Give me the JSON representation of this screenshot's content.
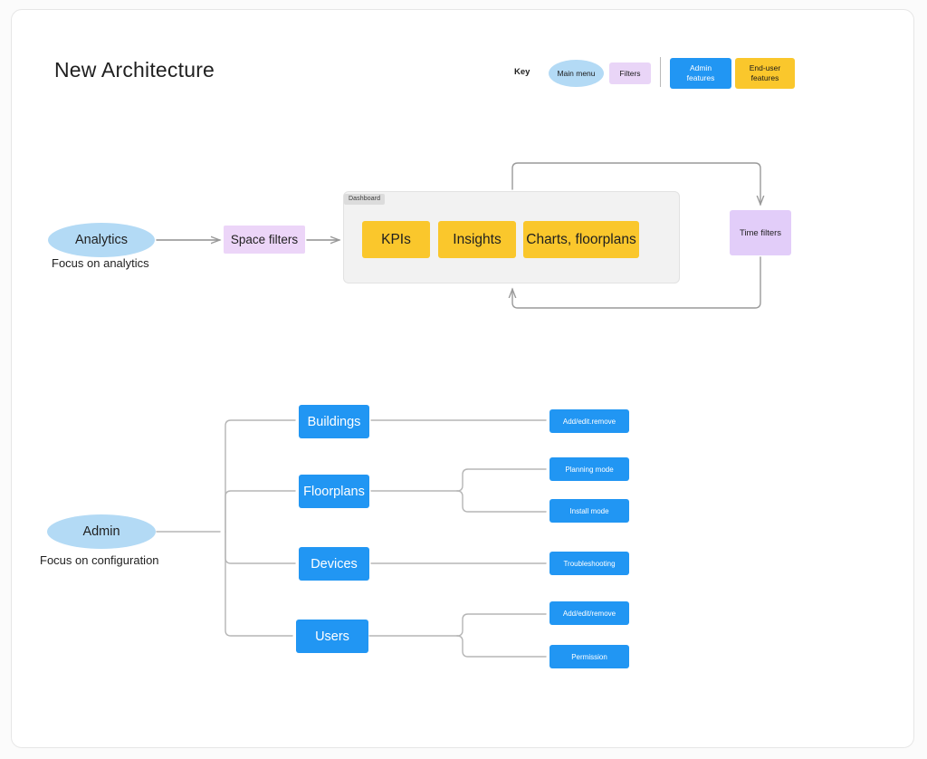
{
  "page": {
    "title": "New Architecture"
  },
  "legend": {
    "label": "Key",
    "items": [
      {
        "name": "main-menu",
        "label": "Main menu",
        "shape": "ellipse",
        "color": "#b3daf5"
      },
      {
        "name": "filters",
        "label": "Filters",
        "shape": "rect",
        "color": "#e9d5f7"
      },
      {
        "name": "admin-features",
        "label_line1": "Admin",
        "label_line2": "features",
        "shape": "rect",
        "color": "#2196f3"
      },
      {
        "name": "end-user-features",
        "label_line1": "End-user",
        "label_line2": "features",
        "shape": "rect",
        "color": "#fac72c"
      }
    ]
  },
  "analytics_flow": {
    "root": {
      "label": "Analytics",
      "caption": "Focus on analytics"
    },
    "space_filters": {
      "label": "Space filters"
    },
    "time_filters": {
      "label": "Time filters"
    },
    "dashboard_group": {
      "tag": "Dashboard",
      "items": [
        {
          "label": "KPIs"
        },
        {
          "label": "Insights"
        },
        {
          "label": "Charts, floorplans"
        }
      ]
    }
  },
  "admin_tree": {
    "root": {
      "label": "Admin",
      "caption": "Focus on configuration"
    },
    "branches": [
      {
        "label": "Buildings",
        "leaves": [
          {
            "label": "Add/edit.remove"
          }
        ]
      },
      {
        "label": "Floorplans",
        "leaves": [
          {
            "label": "Planning mode"
          },
          {
            "label": "Install mode"
          }
        ]
      },
      {
        "label": "Devices",
        "leaves": [
          {
            "label": "Troubleshooting"
          }
        ]
      },
      {
        "label": "Users",
        "leaves": [
          {
            "label": "Add/edit/remove"
          },
          {
            "label": "Permission"
          }
        ]
      }
    ]
  },
  "colors": {
    "accent_blue": "#2196f3",
    "light_blue": "#b3daf5",
    "yellow": "#fac72c",
    "purple_light": "#ecd5f8",
    "purple": "#e2cdf9",
    "group_gray": "#f2f2f2",
    "wire": "#b0b0b0"
  }
}
